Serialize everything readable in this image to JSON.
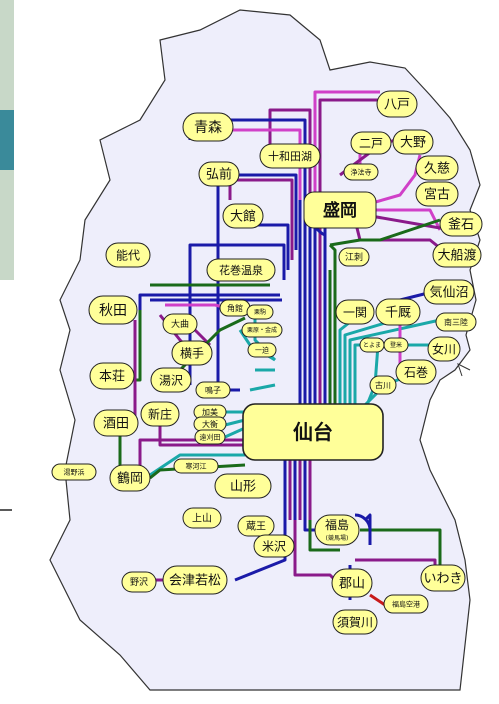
{
  "map": {
    "colors": {
      "land": "#eeeefb",
      "land_border": "#333333",
      "label_fill": "#ffff99",
      "hub_fill": "#ffff99",
      "navy": "#1a1aa8",
      "purple": "#8a1a8a",
      "magenta": "#d040c8",
      "teal": "#1aa8a8",
      "green": "#1a6a1a",
      "red": "#c81a1a"
    },
    "labels": {
      "hachinohe": "八戸",
      "aomori": "青森",
      "towada": "十和田湖",
      "ninohe": "二戸",
      "ohno": "大野",
      "joboji": "浄法寺",
      "kuji": "久慈",
      "hirosaki": "弘前",
      "morioka": "盛岡",
      "miyako": "宮古",
      "odate": "大館",
      "kamaishi": "釜石",
      "esashi": "江刺",
      "ofunato": "大船渡",
      "noshiro": "能代",
      "hanamaki": "花巻温泉",
      "kesennuma": "気仙沼",
      "akita": "秋田",
      "kakunodate": "角館",
      "ichinoseki": "一関",
      "senmaya": "千厩",
      "minamisanriku": "南三陸",
      "omagari": "大曲",
      "kurikoma": "栗駒",
      "onagawa": "女川",
      "yokote": "横手",
      "kurihara_kinsei": "栗原・金成",
      "tome": "とよま",
      "toyoma": "登米",
      "honjo": "本荘",
      "yuzawa": "湯沢",
      "ichihasama": "一迫",
      "ishinomaki": "石巻",
      "furukawa": "古川",
      "naruko": "鳴子",
      "sakata": "酒田",
      "shinjo": "新庄",
      "kami": "加美",
      "ohira": "大衡",
      "sendai": "仙台",
      "tsunogawa": "遠刈田",
      "yunohama": "湯野浜",
      "tsuruoka": "鶴岡",
      "kahoku": "寒河江",
      "yamagata": "山形",
      "fukushima": "福島",
      "fukushima_sub": "(競馬場)",
      "kaminoyama": "上山",
      "zao": "蔵王",
      "yonezawa": "米沢",
      "iwaki": "いわき",
      "aizu": "会津若松",
      "koriyama": "郡山",
      "noza": "野沢",
      "fukushima_airport": "福島空港",
      "sukagawa": "須賀川"
    }
  }
}
